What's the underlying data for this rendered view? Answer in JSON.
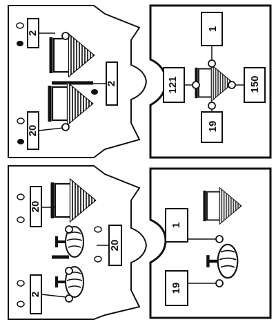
{
  "panels": [
    {
      "name": "top-left",
      "counters": [
        {
          "id": "a",
          "value": "2"
        },
        {
          "id": "b",
          "value": "2"
        },
        {
          "id": "c",
          "value": "20"
        }
      ]
    },
    {
      "name": "top-right",
      "counters": [
        {
          "id": "d",
          "value": "1"
        },
        {
          "id": "e",
          "value": "121"
        },
        {
          "id": "f",
          "value": "150"
        },
        {
          "id": "g",
          "value": "19"
        }
      ]
    },
    {
      "name": "bottom-left",
      "counters": [
        {
          "id": "h",
          "value": "20"
        },
        {
          "id": "i",
          "value": "20"
        },
        {
          "id": "j",
          "value": "2"
        }
      ]
    },
    {
      "name": "bottom-right",
      "counters": [
        {
          "id": "k",
          "value": "1"
        },
        {
          "id": "l",
          "value": "19"
        }
      ]
    }
  ]
}
